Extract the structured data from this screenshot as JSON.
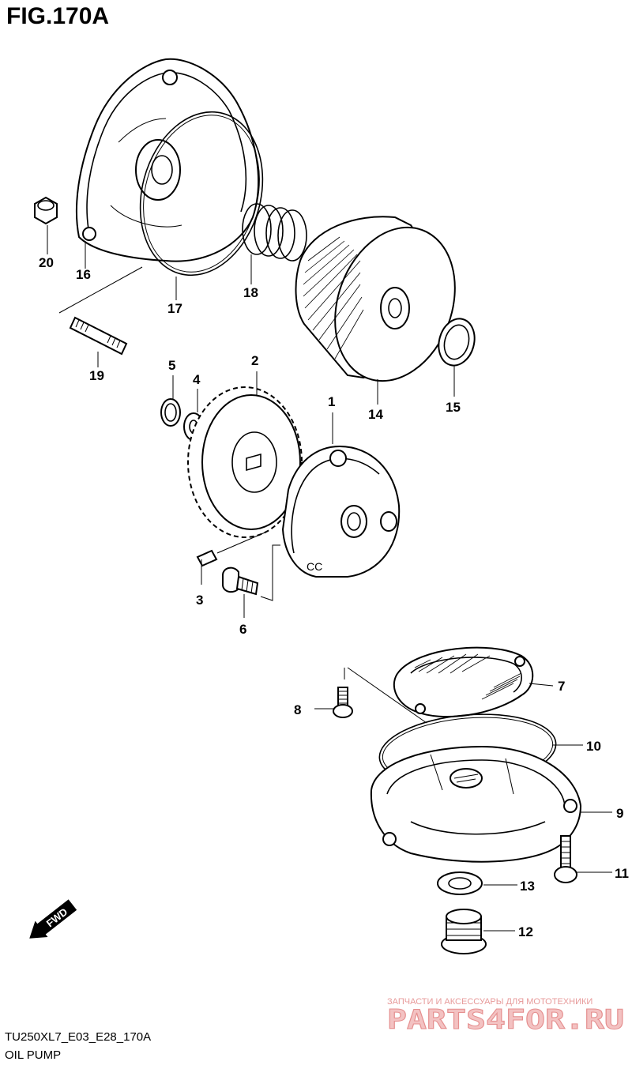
{
  "figure": {
    "title": "FIG.170A",
    "code": "TU250XL7_E03_E28_170A",
    "name": "OIL PUMP",
    "fwd_label": "FWD"
  },
  "callouts": [
    "1",
    "2",
    "3",
    "4",
    "5",
    "6",
    "7",
    "8",
    "9",
    "10",
    "11",
    "12",
    "13",
    "14",
    "15",
    "16",
    "17",
    "18",
    "19",
    "20"
  ],
  "watermark": {
    "tagline": "ЗАПЧАСТИ И АКСЕССУАРЫ ДЛЯ МОТОТЕХНИКИ",
    "brand": "PARTS4FOR.RU"
  }
}
